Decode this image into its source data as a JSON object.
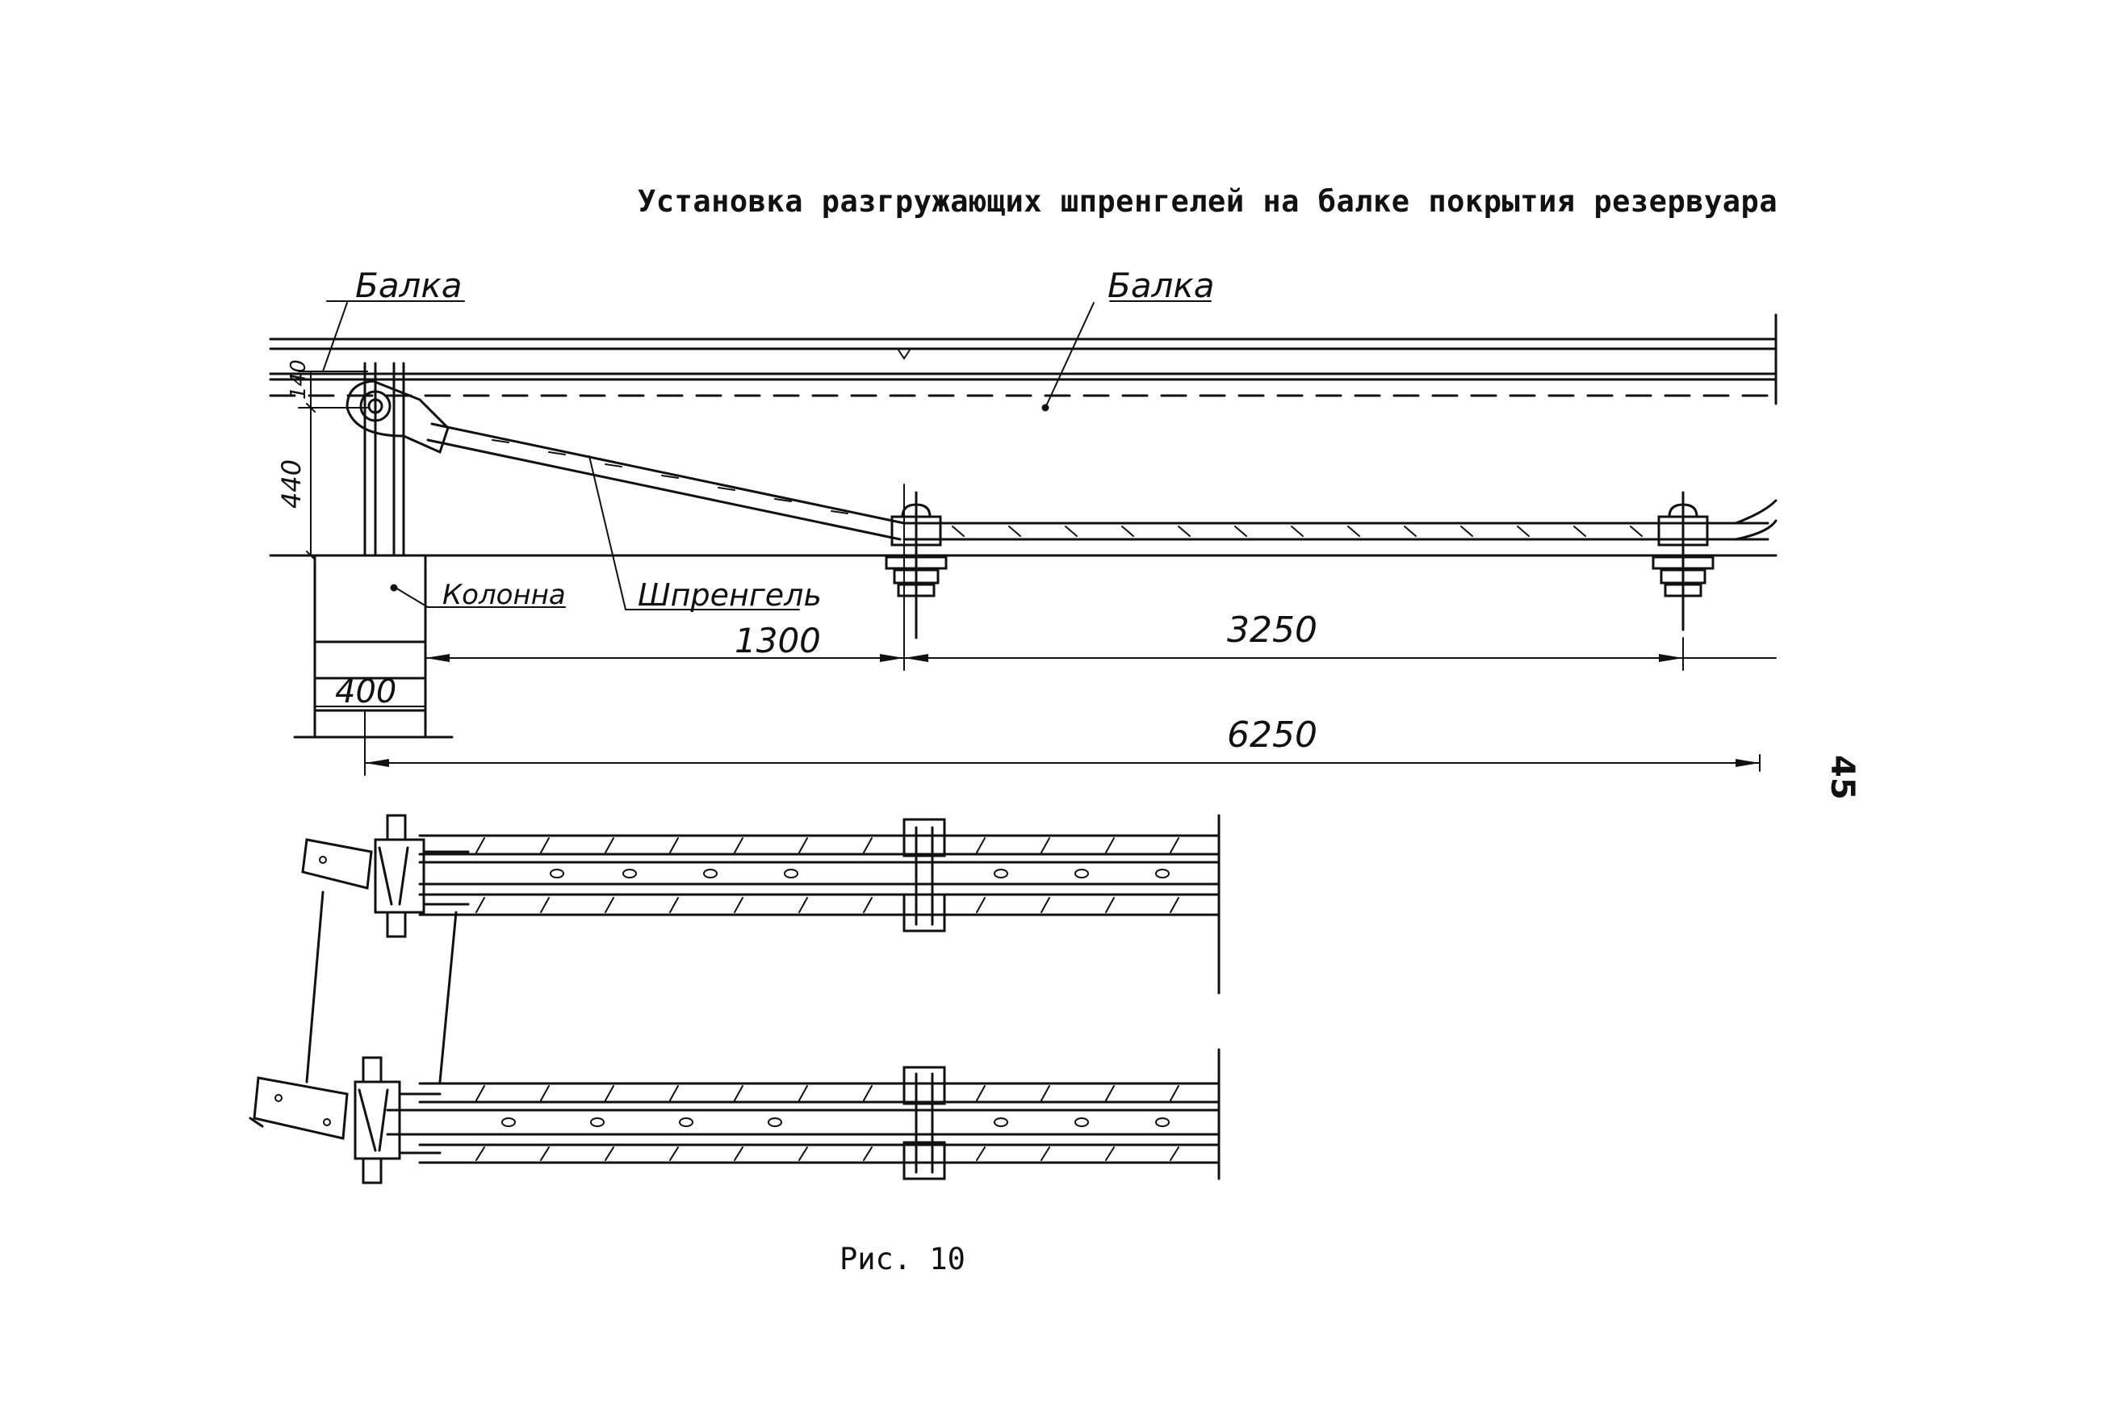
{
  "title": "Установка разгружающих шпренгелей на балке покрытия резервуара",
  "caption": "Рис. 10",
  "page_number": "45",
  "labels": {
    "beam_left": "Балка",
    "beam_right": "Балка",
    "column": "Колонна",
    "truss": "Шпренгель"
  },
  "dimensions": {
    "d140": "140",
    "d440": "440",
    "d400": "400",
    "d1300": "1300",
    "d3250": "3250",
    "d6250": "6250"
  }
}
